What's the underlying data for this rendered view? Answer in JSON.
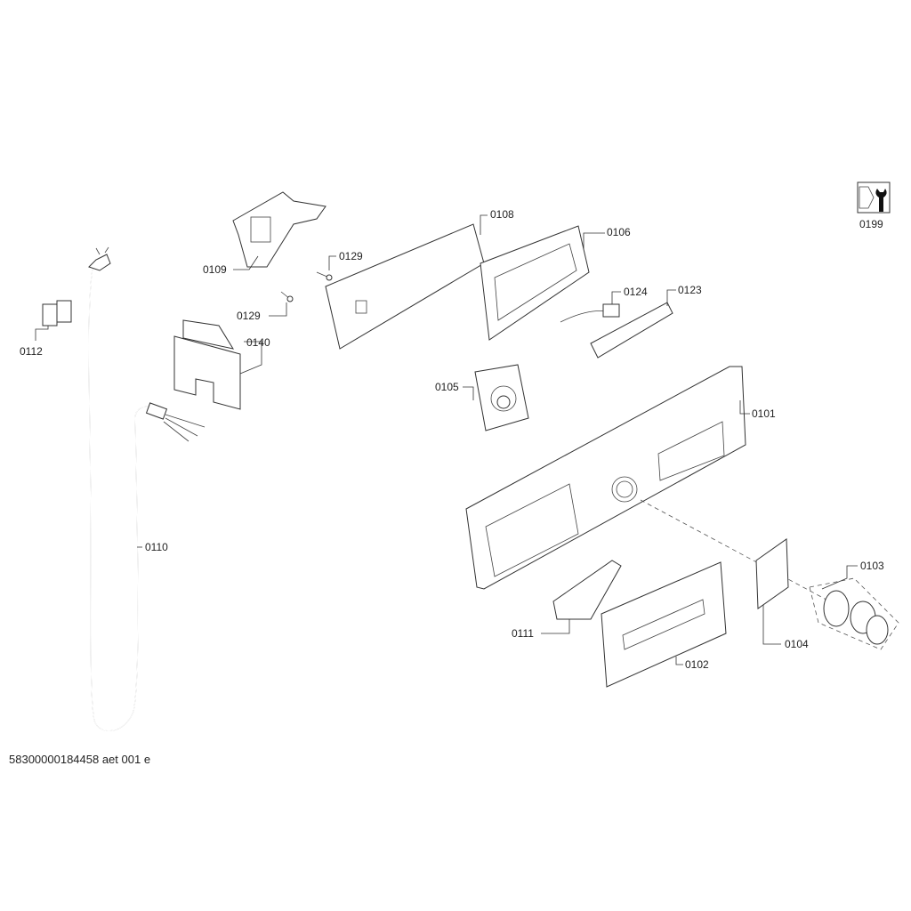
{
  "diagram": {
    "document_id": "58300000184458 aet 001 e",
    "parts": [
      {
        "id": "0199",
        "label": "0199"
      },
      {
        "id": "0109",
        "label": "0109"
      },
      {
        "id": "0108",
        "label": "0108"
      },
      {
        "id": "0106",
        "label": "0106"
      },
      {
        "id": "0129a",
        "label": "0129"
      },
      {
        "id": "0129b",
        "label": "0129"
      },
      {
        "id": "0124",
        "label": "0124"
      },
      {
        "id": "0123",
        "label": "0123"
      },
      {
        "id": "0112",
        "label": "0112"
      },
      {
        "id": "0140",
        "label": "0140"
      },
      {
        "id": "0105",
        "label": "0105"
      },
      {
        "id": "0101",
        "label": "0101"
      },
      {
        "id": "0110",
        "label": "0110"
      },
      {
        "id": "0103",
        "label": "0103"
      },
      {
        "id": "0104",
        "label": "0104"
      },
      {
        "id": "0111",
        "label": "0111"
      },
      {
        "id": "0102",
        "label": "0102"
      }
    ]
  }
}
